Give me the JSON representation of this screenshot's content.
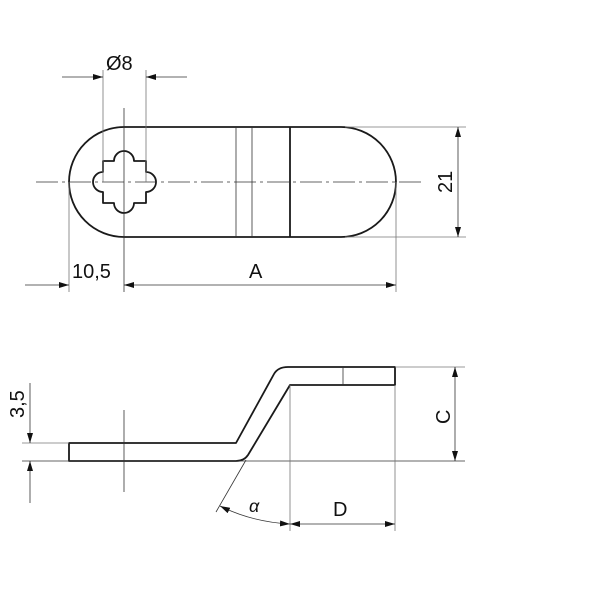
{
  "top_view": {
    "hole_diameter_label": "Ø8",
    "edge_to_hole_label": "10,5",
    "length_label": "A",
    "width_label": "21"
  },
  "side_view": {
    "thickness_label": "3,5",
    "offset_height_label": "C",
    "angle_label": "α",
    "end_length_label": "D"
  },
  "colors": {
    "line": "#1a1a1a",
    "background": "#ffffff"
  }
}
